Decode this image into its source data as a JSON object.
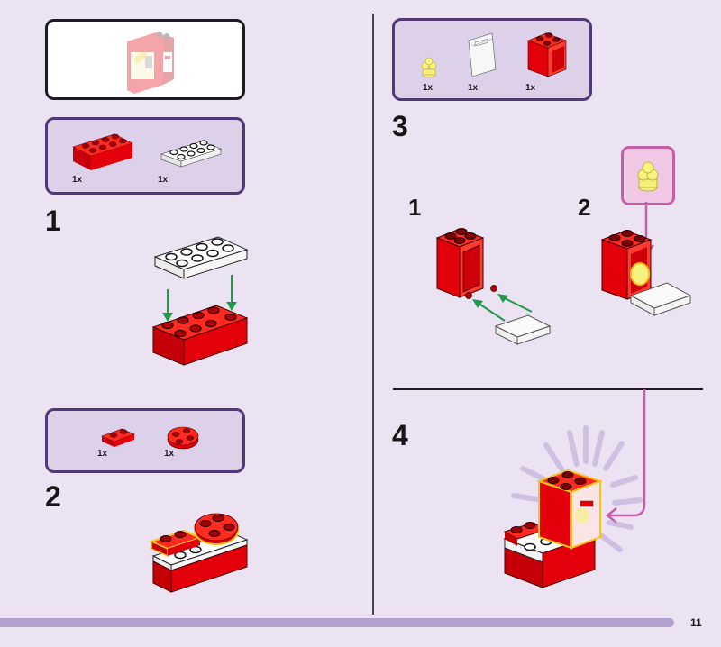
{
  "page": {
    "number": "11",
    "progress_percent": 100
  },
  "preview": {
    "icon": "finished-model-preview-icon"
  },
  "steps": [
    {
      "number": "1",
      "parts": [
        {
          "icon": "red-brick-2x4-icon",
          "quantity": "1x",
          "color": "#e3000b"
        },
        {
          "icon": "white-plate-2x4-icon",
          "quantity": "1x",
          "color": "#ffffff"
        }
      ]
    },
    {
      "number": "2",
      "parts": [
        {
          "icon": "red-plate-1x2-icon",
          "quantity": "1x",
          "color": "#e3000b"
        },
        {
          "icon": "red-round-plate-2x2-icon",
          "quantity": "1x",
          "color": "#e3000b"
        }
      ]
    },
    {
      "number": "3",
      "parts": [
        {
          "icon": "yellow-ice-cream-scoop-icon",
          "quantity": "1x",
          "color": "#f5ef7a"
        },
        {
          "icon": "transparent-door-icon",
          "quantity": "1x",
          "color": "#f4f4f4"
        },
        {
          "icon": "red-cupboard-2x2-icon",
          "quantity": "1x",
          "color": "#e3000b"
        }
      ],
      "substeps": [
        {
          "number": "1"
        },
        {
          "number": "2"
        }
      ]
    },
    {
      "number": "4"
    }
  ],
  "colors": {
    "background": "#ebe2f2",
    "parts_panel": "#ddd0e9",
    "parts_border": "#523878",
    "brick_red": "#e3000b",
    "arrow_green": "#1f9a48",
    "callout_pink": "#c35ea9",
    "progress": "#b4a0cc"
  }
}
